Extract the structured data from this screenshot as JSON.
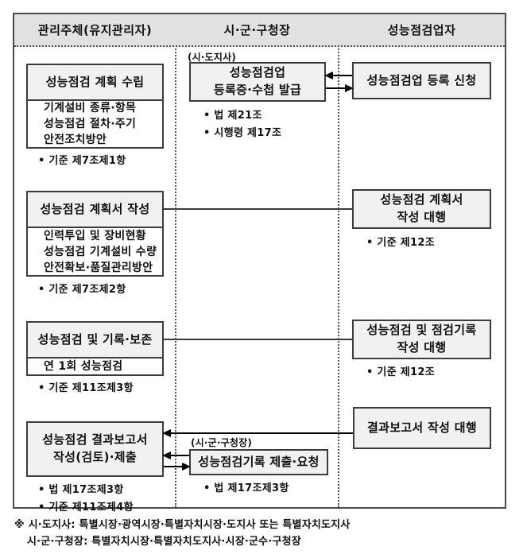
{
  "header": {
    "columns": [
      "관리주체(유지관리자)",
      "시·군·구청장",
      "성능점검업자"
    ]
  },
  "left_column": {
    "plan_box": {
      "title": "성능점검 계획 수립",
      "items": [
        "기계설비 종류·항목",
        "성능점검 절차·주기",
        "안전조치방안"
      ],
      "note": "• 기준 제7조제1항"
    },
    "plan_doc_box": {
      "title": "성능점검 계획서 작성",
      "items": [
        "인력투입 및 장비현황",
        "성능점검 기계설비 수량",
        "안전확보·품질관리방안"
      ],
      "note": "• 기준 제7조제2항"
    },
    "inspect_box": {
      "title": "성능점검 및 기록·보존",
      "items": [
        "연 1회 성능점검"
      ],
      "note": "• 기준 제11조제3항"
    },
    "report_box": {
      "title_line1": "성능점검 결과보고서",
      "title_line2": "작성(검토)·제출",
      "note1": "• 법 제17조제3항",
      "note2": "• 기준 제11조제4항"
    }
  },
  "middle_column": {
    "register_box": {
      "label": "(시·도지사)",
      "title_line1": "성능점검업",
      "title_line2": "등록증·수첩 발급",
      "note1": "• 법 제21조",
      "note2": "• 시행령 제17조"
    },
    "record_box": {
      "label": "(시·군·구청장)",
      "title": "성능점검기록 제출·요청",
      "note": "• 법 제17조제3항"
    }
  },
  "right_column": {
    "apply_box": {
      "title": "성능점검업 등록 신청"
    },
    "plan_agency_box": {
      "title_line1": "성능점검 계획서",
      "title_line2": "작성 대행",
      "note": "• 기준 제12조"
    },
    "inspect_agency_box": {
      "title_line1": "성능점검 및 점검기록",
      "title_line2": "작성 대행",
      "note": "• 기준 제12조"
    },
    "report_agency_box": {
      "title": "결과보고서 작성 대행"
    }
  },
  "footnote": {
    "line1": "※ 시·도지사: 특별시장·광역시장·특별자치시장·도지사 또는 특별자치도지사",
    "line2": "시·군·구청장: 특별자치시장·특별자치도지사·시장·군수·구청장"
  },
  "colors": {
    "frame_border": "#4a4a4a",
    "header_fill": "#e1e1e1",
    "box_fill": "#f1f1f1",
    "box_border": "#3c3c3c",
    "arrow": "#000000"
  }
}
